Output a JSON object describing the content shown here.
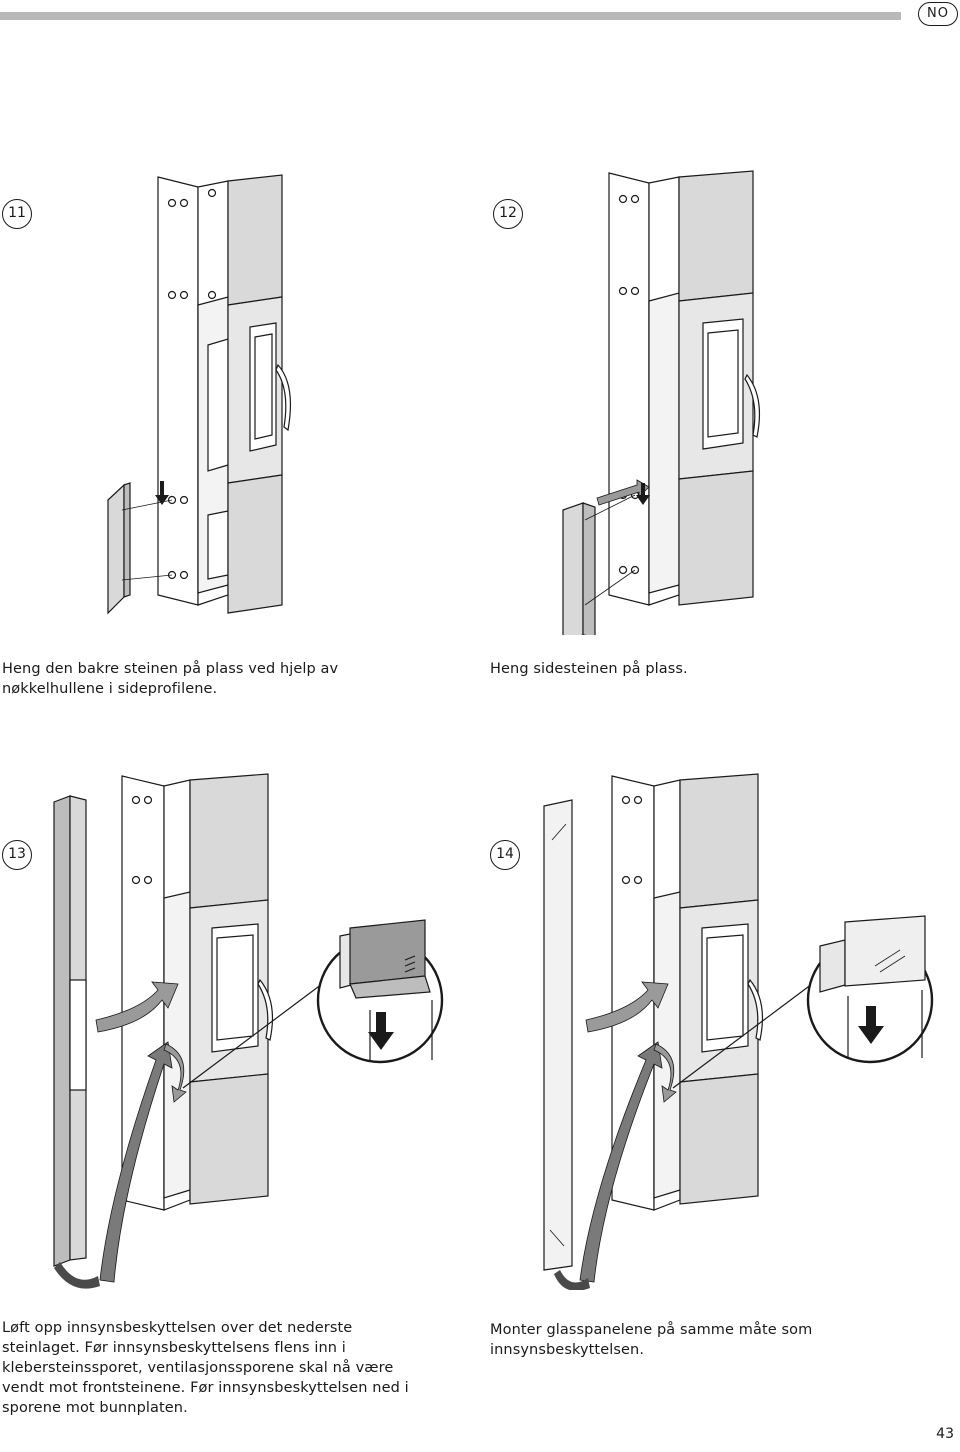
{
  "header": {
    "language_code": "NO"
  },
  "steps": [
    {
      "number": "11",
      "caption": "Heng den bakre steinen på plass ved hjelp av nøkkelhullene i sideprofilene."
    },
    {
      "number": "12",
      "caption": "Heng sidesteinen på plass."
    },
    {
      "number": "13",
      "caption": "Løft opp innsynsbeskyttelsen over det nederste steinlaget. Før innsynsbeskyttelsens flens inn i klebersteinssporet, ventilasjonssporene skal nå være vendt mot frontsteinene. Før innsynsbeskyttelsen ned i sporene mot bunnplaten."
    },
    {
      "number": "14",
      "caption": "Monter glasspanelene på samme måte som innsynsbeskyttelsen."
    }
  ],
  "footer": {
    "page_number": "43"
  },
  "colors": {
    "stone": "#d9d9d9",
    "stone_dark": "#bdbdbd",
    "line": "#1a1a1a",
    "bar": "#b9b9b9"
  }
}
